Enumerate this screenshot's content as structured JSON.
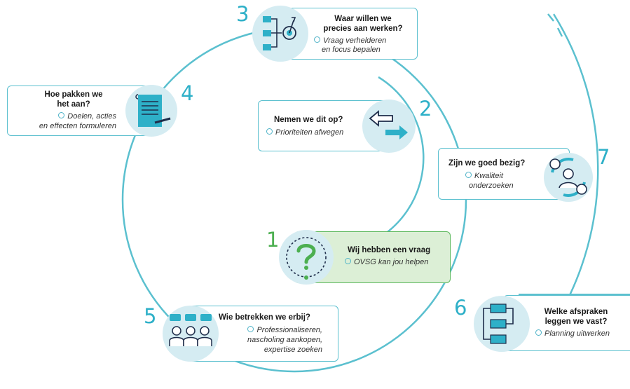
{
  "steps": [
    {
      "number": "1",
      "title": "Wij hebben een vraag",
      "subtitle": [
        "OVSG kan jou helpen"
      ]
    },
    {
      "number": "2",
      "title": "Nemen we dit op?",
      "subtitle": [
        "Prioriteiten afwegen"
      ]
    },
    {
      "number": "3",
      "title": [
        "Waar willen we",
        "precies aan werken?"
      ],
      "subtitle": [
        "Vraag verhelderen",
        "en focus bepalen"
      ]
    },
    {
      "number": "4",
      "title": [
        "Hoe pakken we",
        "het aan?"
      ],
      "subtitle": [
        "Doelen, acties",
        "en effecten formuleren"
      ]
    },
    {
      "number": "5",
      "title": "Wie betrekken we erbij?",
      "subtitle": [
        "Professionaliseren,",
        "nascholing aankopen,",
        "expertise zoeken"
      ]
    },
    {
      "number": "6",
      "title": [
        "Welke afspraken",
        "leggen we vast?"
      ],
      "subtitle": [
        "Planning uitwerken"
      ]
    },
    {
      "number": "7",
      "title": "Zijn we goed bezig?",
      "subtitle": [
        "Kwaliteit",
        "onderzoeken"
      ]
    }
  ],
  "colors": {
    "accent": "#2eb0c8",
    "circle_fill": "#d5ecf2",
    "green": "#4caf50",
    "green_fill": "#dcefd6"
  },
  "icons": [
    "question-mark-icon",
    "arrows-icon",
    "target-flowchart-icon",
    "document-pencil-icon",
    "group-chat-icon",
    "process-flow-icon",
    "person-cycle-icon"
  ]
}
